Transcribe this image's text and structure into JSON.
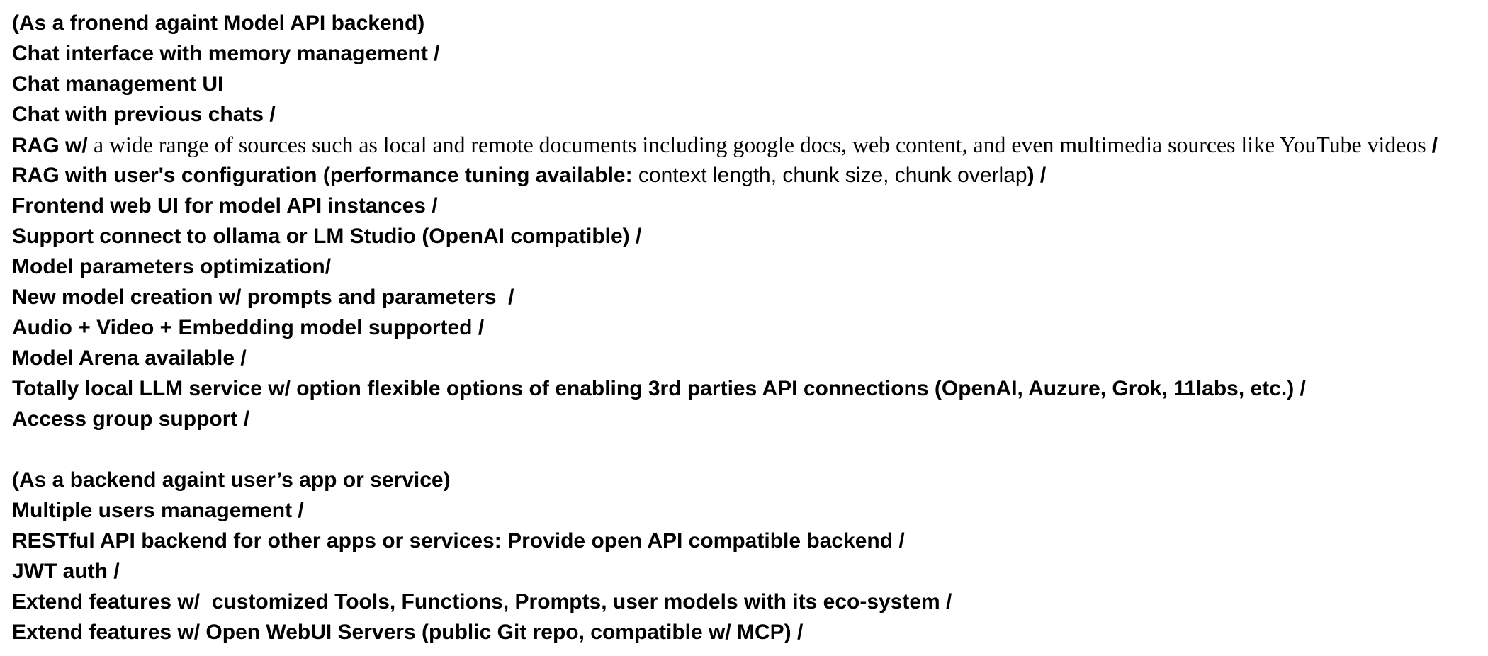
{
  "page": {
    "background_color": "#ffffff",
    "text_color": "#000000"
  },
  "document": {
    "lines": [
      {
        "spans": [
          {
            "style": "bold",
            "text": "(As a fronend againt Model API backend)"
          }
        ]
      },
      {
        "spans": [
          {
            "style": "bold",
            "text": "Chat interface with memory management /"
          }
        ]
      },
      {
        "spans": [
          {
            "style": "bold",
            "text": "Chat management UI"
          }
        ]
      },
      {
        "spans": [
          {
            "style": "bold",
            "text": "Chat with previous chats /"
          }
        ]
      },
      {
        "spans": [
          {
            "style": "bold",
            "text": "RAG w/ "
          },
          {
            "style": "serif",
            "text": "a wide range of sources such as local and remote documents including google docs, web content, and even multimedia sources like YouTube videos "
          },
          {
            "style": "bold",
            "text": "/"
          }
        ]
      },
      {
        "spans": [
          {
            "style": "bold",
            "text": "RAG with user's configuration (performance tuning available: "
          },
          {
            "style": "regular",
            "text": "context length, chunk size, chunk overlap"
          },
          {
            "style": "bold",
            "text": ") /"
          }
        ]
      },
      {
        "spans": [
          {
            "style": "bold",
            "text": "Frontend web UI for model API instances /"
          }
        ]
      },
      {
        "spans": [
          {
            "style": "bold",
            "text": "Support connect to ollama or LM Studio (OpenAI compatible) /"
          }
        ]
      },
      {
        "spans": [
          {
            "style": "bold",
            "text": "Model parameters optimization/"
          }
        ]
      },
      {
        "spans": [
          {
            "style": "bold",
            "text": "New model creation w/ prompts and parameters  /"
          }
        ]
      },
      {
        "spans": [
          {
            "style": "bold",
            "text": "Audio + Video + Embedding model supported /"
          }
        ]
      },
      {
        "spans": [
          {
            "style": "bold",
            "text": "Model Arena available /"
          }
        ]
      },
      {
        "spans": [
          {
            "style": "bold",
            "text": "Totally local LLM service w/ option flexible options of enabling 3rd parties API connections (OpenAI, Auzure, Grok, 11labs, etc.) /"
          }
        ]
      },
      {
        "spans": [
          {
            "style": "bold",
            "text": "Access group support /"
          }
        ]
      },
      {
        "spans": []
      },
      {
        "spans": [
          {
            "style": "bold",
            "text": "(As a backend againt user’s app or service)"
          }
        ]
      },
      {
        "spans": [
          {
            "style": "bold",
            "text": "Multiple users management /"
          }
        ]
      },
      {
        "spans": [
          {
            "style": "bold",
            "text": "RESTful API backend for other apps or services: Provide open API compatible backend /"
          }
        ]
      },
      {
        "spans": [
          {
            "style": "bold",
            "text": "JWT auth /"
          }
        ]
      },
      {
        "spans": [
          {
            "style": "bold",
            "text": "Extend features w/  customized Tools, Functions, Prompts, user models with its eco-system /"
          }
        ]
      },
      {
        "spans": [
          {
            "style": "bold",
            "text": "Extend features w/ Open WebUI Servers (public Git repo, compatible w/ MCP) /"
          }
        ]
      }
    ]
  }
}
